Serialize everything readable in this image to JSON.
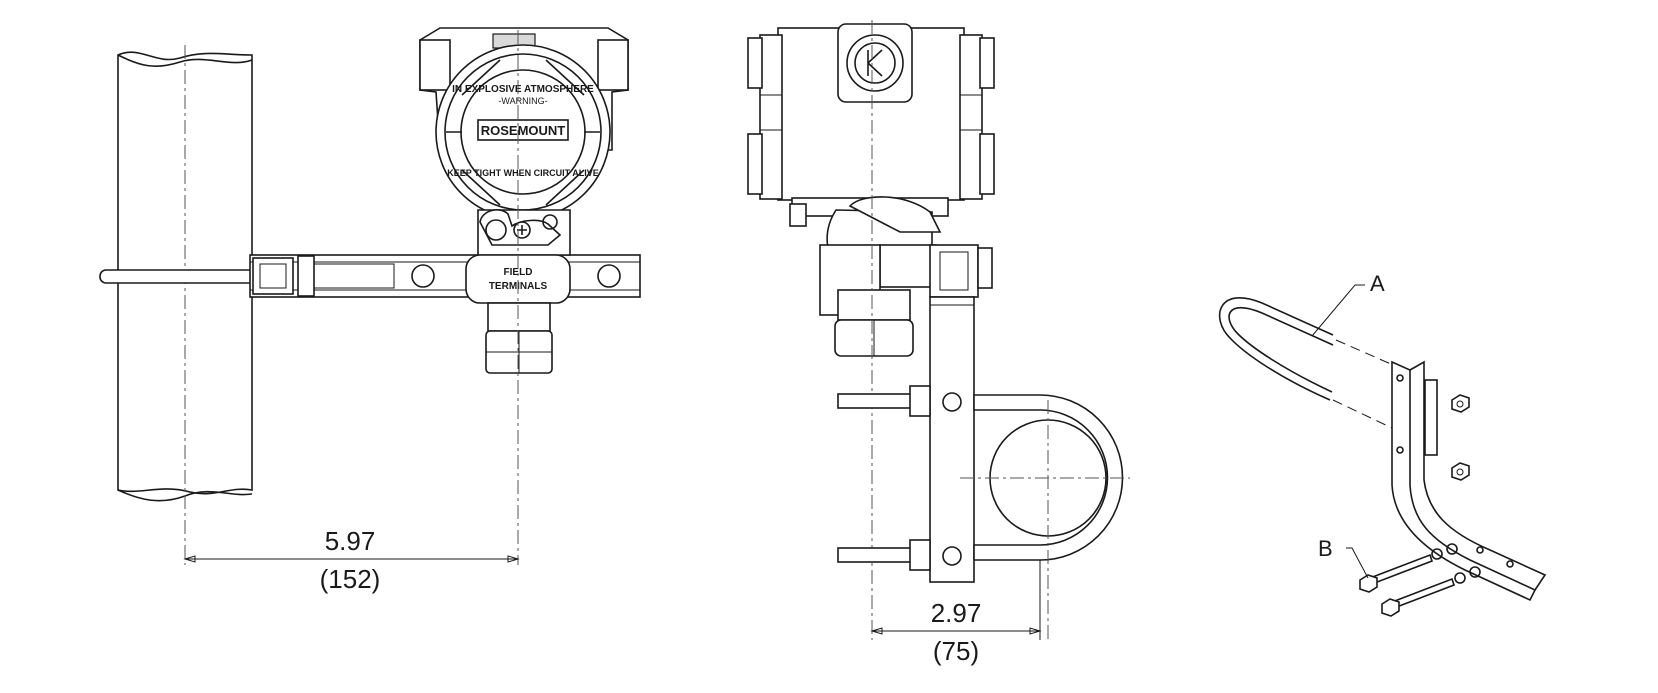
{
  "front_view": {
    "housing_text_top": "IN EXPLOSIVE ATMOSPHERE",
    "housing_text_warning": "-WARNING-",
    "housing_brand": "ROSEMOUNT",
    "housing_text_bottom": "KEEP TIGHT WHEN CIRCUIT ALIVE",
    "field_label_line1": "FIELD",
    "field_label_line2": "TERMINALS",
    "dimension_value": "5.97",
    "dimension_metric": "(152)"
  },
  "side_view": {
    "dimension_value": "2.97",
    "dimension_metric": "(75)"
  },
  "exploded_view": {
    "callout_a": "A",
    "callout_b": "B"
  }
}
